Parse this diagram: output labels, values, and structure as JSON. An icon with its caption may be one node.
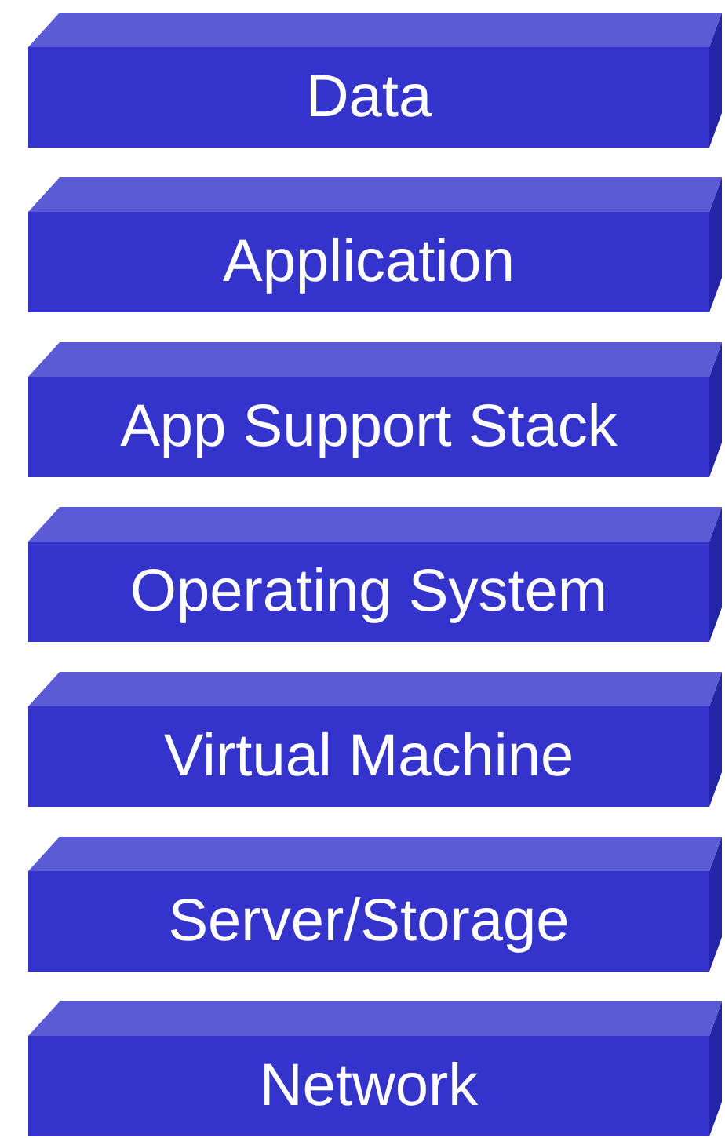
{
  "diagram": {
    "nodes": [
      {
        "text": [
          "Data"
        ]
      },
      {
        "text": [
          "Application"
        ]
      },
      {
        "text": [
          "App Support Stack"
        ]
      },
      {
        "text": [
          "Operating System"
        ]
      },
      {
        "text": [
          "Virtual Machine"
        ]
      },
      {
        "text": [
          "Server/Storage"
        ]
      },
      {
        "text": [
          "Network"
        ]
      }
    ]
  }
}
